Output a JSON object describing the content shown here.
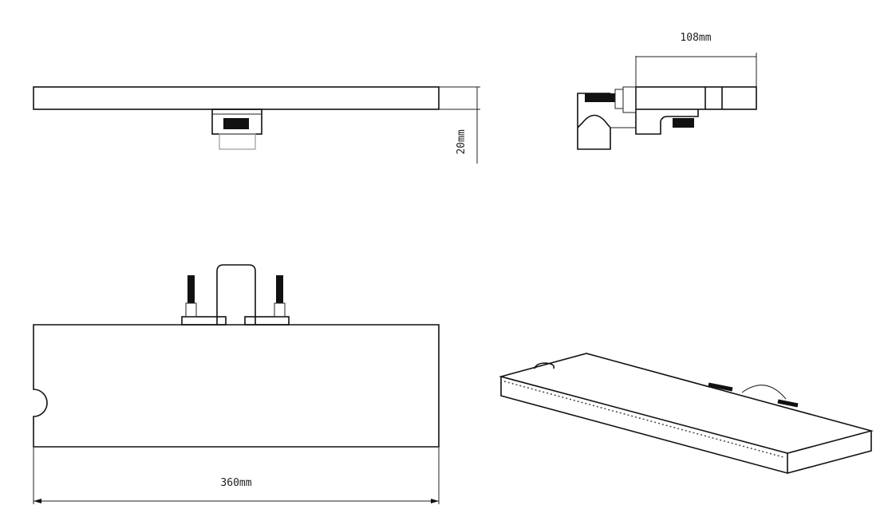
{
  "drawing": {
    "dimensions": {
      "depth_label": "108mm",
      "height_label": "20mm",
      "width_label": "360mm"
    },
    "colors": {
      "line": "#111111",
      "background": "#ffffff"
    }
  }
}
